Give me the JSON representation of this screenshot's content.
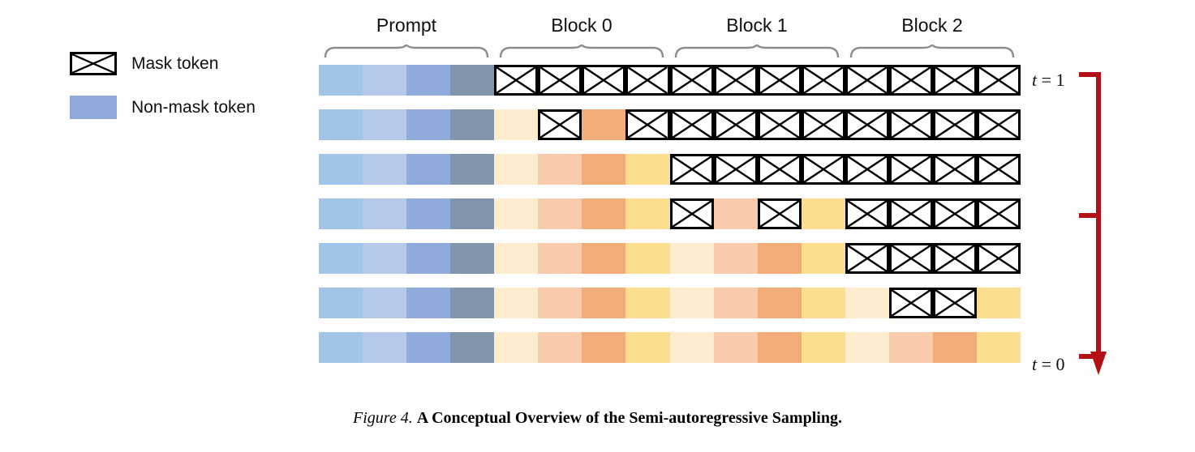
{
  "legend": {
    "items": [
      {
        "label": "Mask token",
        "swatch": "mask-glyph"
      },
      {
        "label": "Non-mask token",
        "swatch": "nonmask-swatch",
        "color": "#8faada"
      }
    ]
  },
  "groups": [
    {
      "label": "Prompt",
      "start": 0,
      "span": 4
    },
    {
      "label": "Block 0",
      "start": 4,
      "span": 4
    },
    {
      "label": "Block 1",
      "start": 8,
      "span": 4
    },
    {
      "label": "Block 2",
      "start": 12,
      "span": 4
    }
  ],
  "time_axis": {
    "top_label": {
      "var": "t",
      "eq": " = ",
      "value": "1"
    },
    "bottom_label": {
      "var": "t",
      "eq": " = ",
      "value": "0"
    },
    "arrow_color": "#b30f15",
    "direction": "downward"
  },
  "palette": {
    "prompt": [
      "#a0c5e8",
      "#b7c9e8",
      "#8fabdb",
      "#8295ab"
    ],
    "block_cycle": [
      "#fdeccd",
      "#f7cbac",
      "#f2ac78",
      "#fcdf8e"
    ],
    "mask_fill": "#ffffff",
    "mask_stroke": "#000000",
    "background": "#fdfdfe"
  },
  "grid": {
    "columns": 16,
    "rows": 7,
    "note": "m = mask token; other entries are palette hex fills",
    "cells": [
      [
        "#a0c5e8",
        "#b7c9e8",
        "#8fabdb",
        "#8295ab",
        "m",
        "m",
        "m",
        "m",
        "m",
        "m",
        "m",
        "m",
        "m",
        "m",
        "m",
        "m"
      ],
      [
        "#a0c5e8",
        "#b7c9e8",
        "#8fabdb",
        "#8295ab",
        "#fdeccd",
        "m",
        "#f2ac78",
        "m",
        "m",
        "m",
        "m",
        "m",
        "m",
        "m",
        "m",
        "m"
      ],
      [
        "#a0c5e8",
        "#b7c9e8",
        "#8fabdb",
        "#8295ab",
        "#fdeccd",
        "#f7cbac",
        "#f2ac78",
        "#fcdf8e",
        "m",
        "m",
        "m",
        "m",
        "m",
        "m",
        "m",
        "m"
      ],
      [
        "#a0c5e8",
        "#b7c9e8",
        "#8fabdb",
        "#8295ab",
        "#fdeccd",
        "#f7cbac",
        "#f2ac78",
        "#fcdf8e",
        "m",
        "#f7cbac",
        "m",
        "#fcdf8e",
        "m",
        "m",
        "m",
        "m"
      ],
      [
        "#a0c5e8",
        "#b7c9e8",
        "#8fabdb",
        "#8295ab",
        "#fdeccd",
        "#f7cbac",
        "#f2ac78",
        "#fcdf8e",
        "#fdeccd",
        "#f7cbac",
        "#f2ac78",
        "#fcdf8e",
        "m",
        "m",
        "m",
        "m"
      ],
      [
        "#a0c5e8",
        "#b7c9e8",
        "#8fabdb",
        "#8295ab",
        "#fdeccd",
        "#f7cbac",
        "#f2ac78",
        "#fcdf8e",
        "#fdeccd",
        "#f7cbac",
        "#f2ac78",
        "#fcdf8e",
        "#fdeccd",
        "m",
        "m",
        "#fcdf8e"
      ],
      [
        "#a0c5e8",
        "#b7c9e8",
        "#8fabdb",
        "#8295ab",
        "#fdeccd",
        "#f7cbac",
        "#f2ac78",
        "#fcdf8e",
        "#fdeccd",
        "#f7cbac",
        "#f2ac78",
        "#fcdf8e",
        "#fdeccd",
        "#f7cbac",
        "#f2ac78",
        "#fcdf8e"
      ]
    ]
  },
  "caption": {
    "figure_number": "Figure 4.",
    "text": "A Conceptual Overview of the Semi-autoregressive Sampling."
  }
}
